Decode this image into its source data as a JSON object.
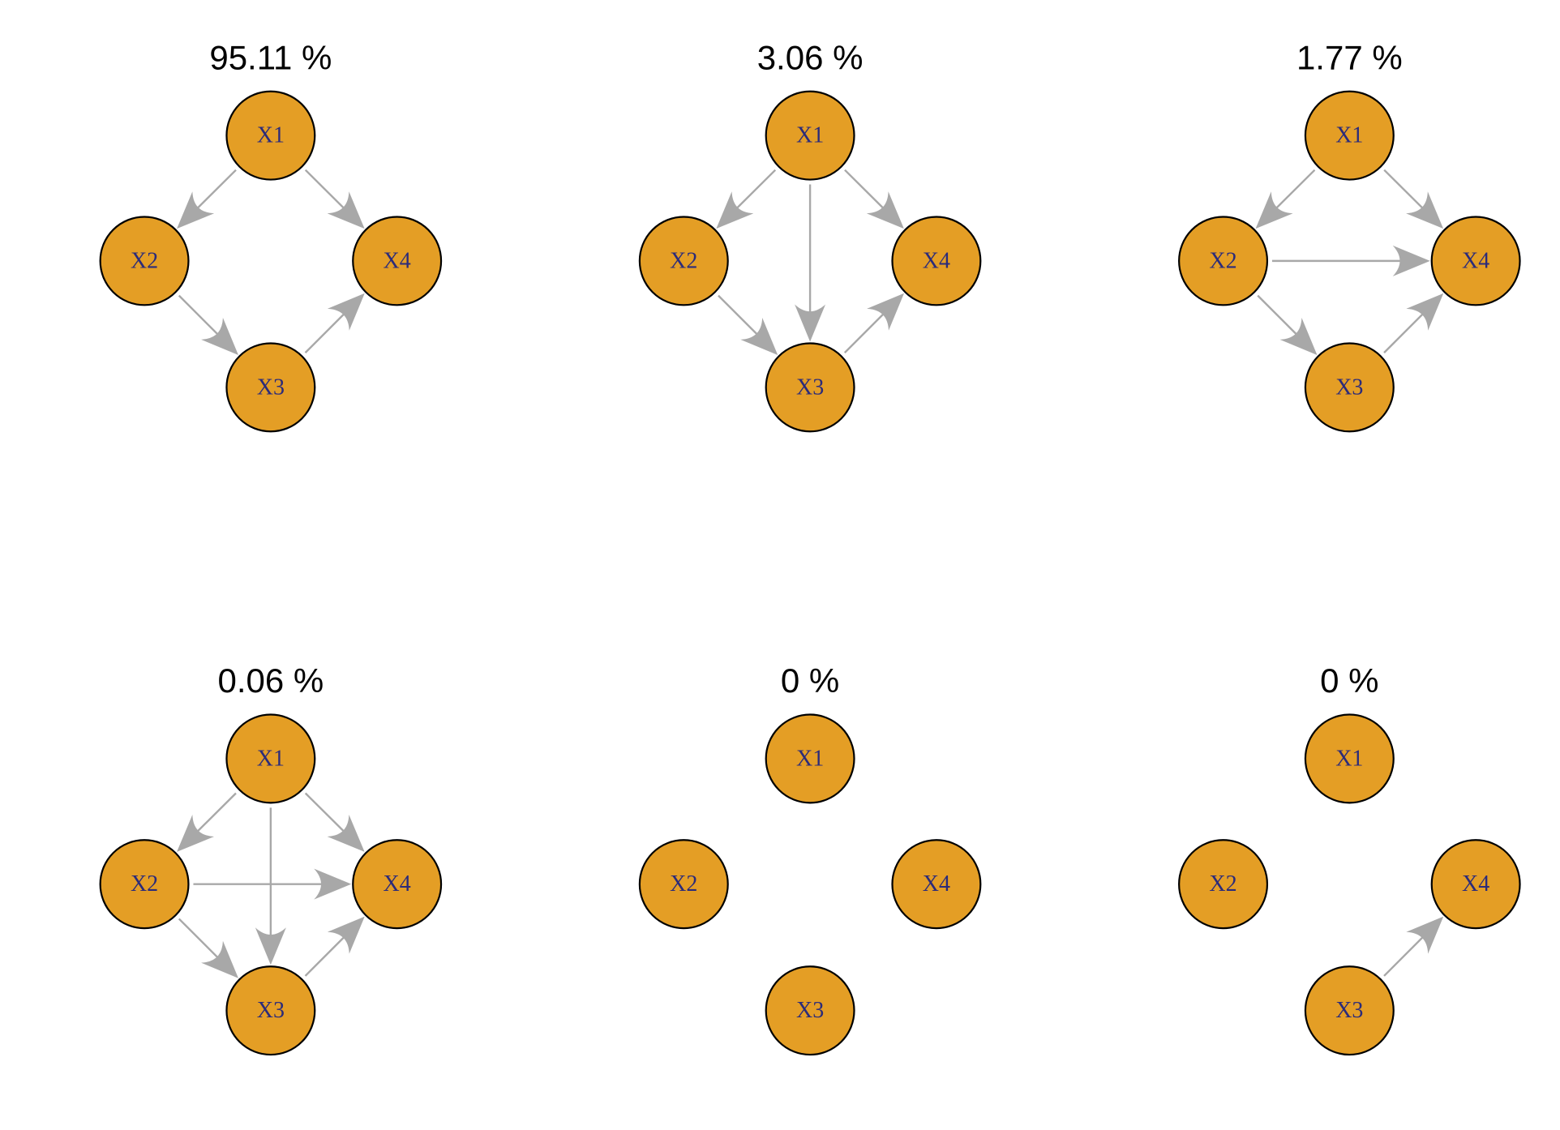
{
  "colors": {
    "node_fill": "#E49E25",
    "node_stroke": "#000000",
    "node_label": "#2B2B7A",
    "edge": "#A8A8A8"
  },
  "nodes": [
    "X1",
    "X2",
    "X3",
    "X4"
  ],
  "panels": [
    {
      "title": "95.11 %",
      "edges": [
        [
          "X1",
          "X2"
        ],
        [
          "X1",
          "X4"
        ],
        [
          "X2",
          "X3"
        ],
        [
          "X3",
          "X4"
        ]
      ]
    },
    {
      "title": "3.06 %",
      "edges": [
        [
          "X1",
          "X2"
        ],
        [
          "X1",
          "X4"
        ],
        [
          "X1",
          "X3"
        ],
        [
          "X2",
          "X3"
        ],
        [
          "X3",
          "X4"
        ]
      ]
    },
    {
      "title": "1.77 %",
      "edges": [
        [
          "X1",
          "X2"
        ],
        [
          "X1",
          "X4"
        ],
        [
          "X2",
          "X4"
        ],
        [
          "X2",
          "X3"
        ],
        [
          "X3",
          "X4"
        ]
      ]
    },
    {
      "title": "0.06 %",
      "edges": [
        [
          "X1",
          "X2"
        ],
        [
          "X1",
          "X4"
        ],
        [
          "X1",
          "X3"
        ],
        [
          "X2",
          "X4"
        ],
        [
          "X2",
          "X3"
        ],
        [
          "X3",
          "X4"
        ]
      ]
    },
    {
      "title": "0 %",
      "edges": []
    },
    {
      "title": "0 %",
      "edges": [
        [
          "X3",
          "X4"
        ]
      ]
    }
  ]
}
